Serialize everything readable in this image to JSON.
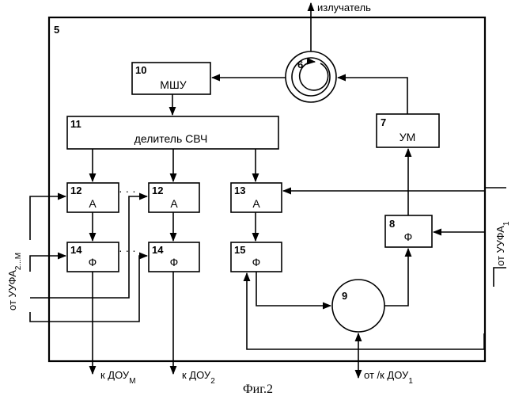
{
  "frame": {
    "number": "5"
  },
  "blocks": {
    "b6": {
      "number": "6"
    },
    "b7": {
      "number": "7",
      "label": "УМ"
    },
    "b8": {
      "number": "8",
      "label": "Ф"
    },
    "b9": {
      "number": "9"
    },
    "b10": {
      "number": "10",
      "label": "МШУ"
    },
    "b11": {
      "number": "11",
      "label": "делитель СВЧ"
    },
    "b12a": {
      "number": "12",
      "label": "А"
    },
    "b12b": {
      "number": "12",
      "label": "А"
    },
    "b13": {
      "number": "13",
      "label": "А"
    },
    "b14a": {
      "number": "14",
      "label": "Ф"
    },
    "b14b": {
      "number": "14",
      "label": "Ф"
    },
    "b15": {
      "number": "15",
      "label": "Ф"
    }
  },
  "external": {
    "radiator": "излучатель",
    "from_uufa_1": "от УУФА",
    "from_uufa_1_sub": "1",
    "from_uufa_2m": "от УУФА",
    "from_uufa_2m_sub": "2...М",
    "to_dou_m": "к ДОУ",
    "to_dou_m_sub": "М",
    "to_dou_2": "к ДОУ",
    "to_dou_2_sub": "2",
    "to_dou_1": "от /к ДОУ",
    "to_dou_1_sub": "1"
  },
  "ellipsis": "· · ·",
  "caption": "Фиг.2"
}
